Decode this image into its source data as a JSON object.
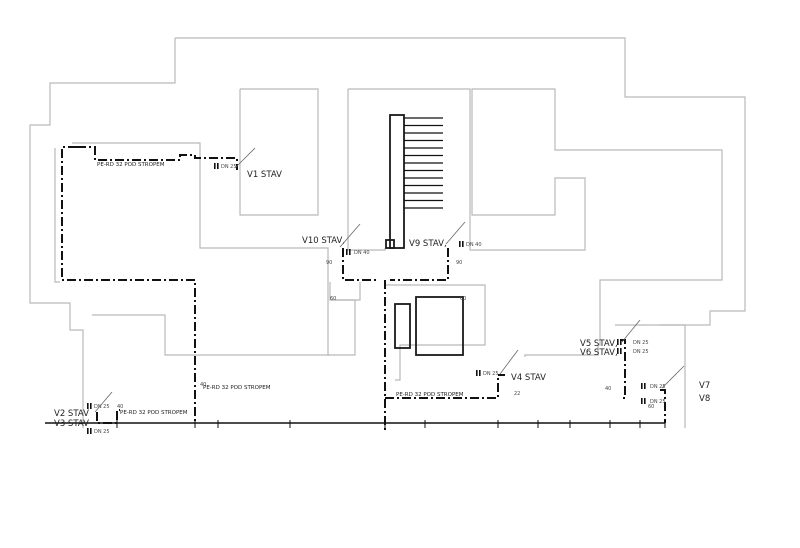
{
  "points": {
    "v1": {
      "label": "V1 STAV",
      "dn": "DN 25"
    },
    "v2": {
      "label": "V2 STAV",
      "dn": "DN 25"
    },
    "v3": {
      "label": "V3 STAV",
      "dn": "DN 25"
    },
    "v4": {
      "label": "V4 STAV",
      "dn": "DN 25"
    },
    "v5": {
      "label": "V5 STAV,",
      "dn": "DN 25"
    },
    "v6": {
      "label": "V6 STAV,",
      "dn": "DN 25"
    },
    "v7": {
      "label": "V7",
      "dn": "DN 25"
    },
    "v8": {
      "label": "V8",
      "dn": "DN 25"
    },
    "v9": {
      "label": "V9 STAV,",
      "dn": "DN 40"
    },
    "v10": {
      "label": "V10 STAV,",
      "dn": "DN 40"
    }
  },
  "pipes": {
    "top_left": "PE-RD 32 POD STROPEM",
    "bottom_left": "PE-RD 32 POD STROPEM",
    "mid_left": "PE-RD 32 POD STROPEM",
    "center": "PE-RD 32 POD STROPEM"
  },
  "dims": {
    "d1": "90",
    "d2": "90",
    "d3": "60",
    "d4": "60",
    "d5": "40",
    "d6": "40",
    "d7": "22",
    "d8": "60",
    "d9": "40"
  }
}
